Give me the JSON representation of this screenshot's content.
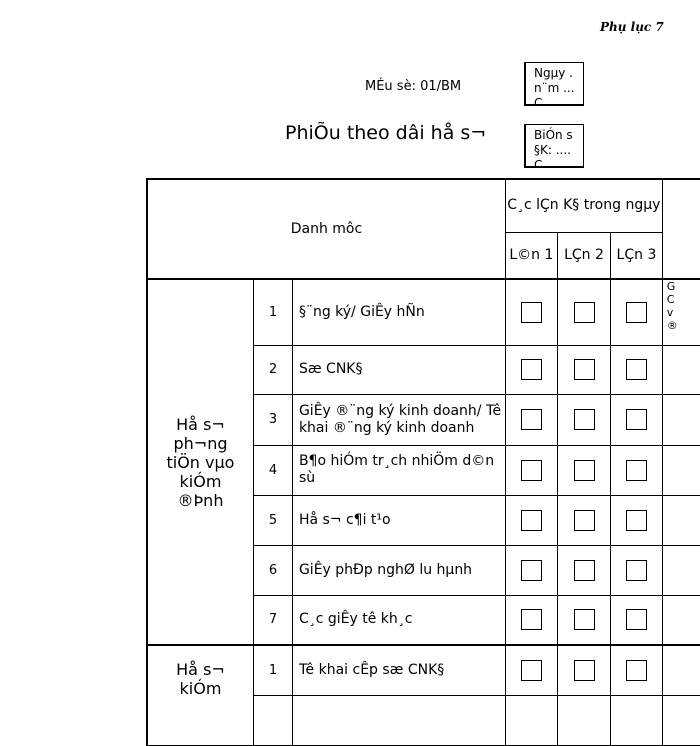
{
  "header": {
    "appendix": "Phụ lục 7",
    "form_code": "MÉu sè: 01/BM",
    "title": "PhiÕu theo dâi hå s¬",
    "date_box": [
      "Ngµy .",
      "n¨m ...",
      "C..."
    ],
    "number_box": [
      "BiÓn s",
      "§K: ....",
      "C..."
    ]
  },
  "table": {
    "col_item": "Danh môc",
    "col_attempts": "C¸c lÇn K§ trong ngµy",
    "attempts": [
      "L©n 1",
      "LÇn 2",
      "LÇn 3"
    ],
    "clipped_note": [
      "G",
      "C",
      "v",
      "®"
    ],
    "groups": [
      {
        "label": "Hå s¬ ph¬ng tiÖn vµo kiÓm ®Þnh",
        "items": [
          {
            "num": "1",
            "text": "§¨ng ký/ GiÊy hÑn"
          },
          {
            "num": "2",
            "text": "Sæ CNK§"
          },
          {
            "num": "3",
            "text": "GiÊy ®¨ng ký kinh doanh/ Tê khai ®¨ng ký kinh doanh"
          },
          {
            "num": "4",
            "text": "B¶o hiÓm tr¸ch nhiÖm d©n sù"
          },
          {
            "num": "5",
            "text": "Hå s¬ c¶i t¹o"
          },
          {
            "num": "6",
            "text": "GiÊy phÐp nghØ lu hµnh"
          },
          {
            "num": "7",
            "text": "C¸c giÊy tê kh¸c"
          }
        ]
      },
      {
        "label": "Hå s¬ kiÓm",
        "items": [
          {
            "num": "1",
            "text": "Tê khai cÊp sæ CNK§"
          }
        ]
      }
    ]
  }
}
